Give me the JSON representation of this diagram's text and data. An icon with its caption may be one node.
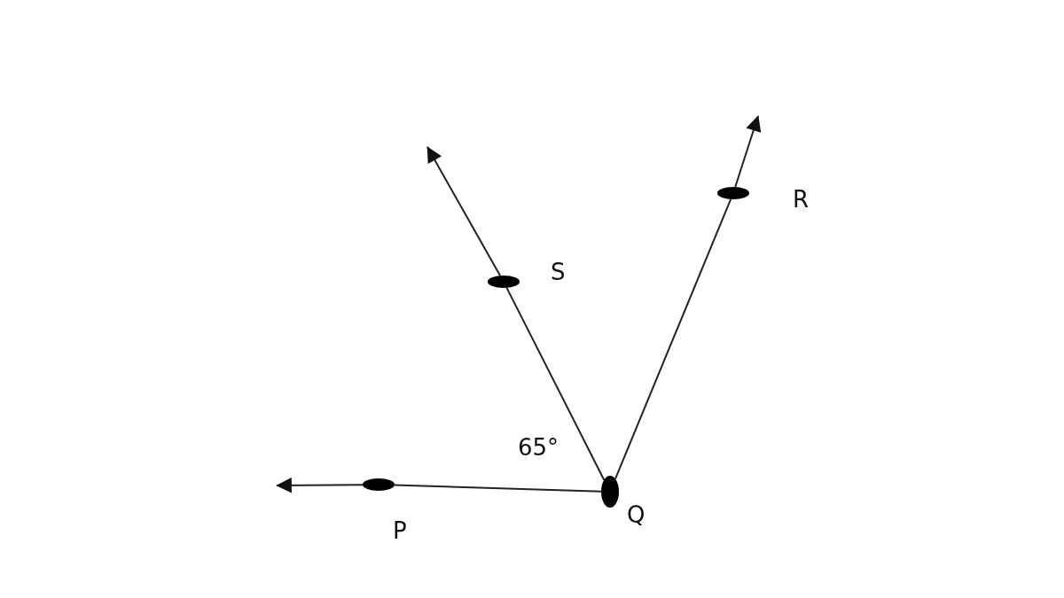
{
  "diagram": {
    "nodes": [
      {
        "text": [
          "P"
        ]
      },
      {
        "text": [
          "Q"
        ]
      },
      {
        "text": [
          "S"
        ]
      },
      {
        "text": [
          "R"
        ]
      }
    ],
    "edges": [
      {
        "from": 1,
        "to": 0,
        "arrow": "none"
      },
      {
        "from": 0,
        "to": null,
        "arrow": "to"
      },
      {
        "from": 1,
        "to": 2,
        "arrow": "none"
      },
      {
        "from": 2,
        "to": null,
        "arrow": "to"
      },
      {
        "from": 1,
        "to": 3,
        "arrow": "none"
      },
      {
        "from": 3,
        "to": null,
        "arrow": "to"
      }
    ],
    "labels": [
      "65°"
    ]
  }
}
